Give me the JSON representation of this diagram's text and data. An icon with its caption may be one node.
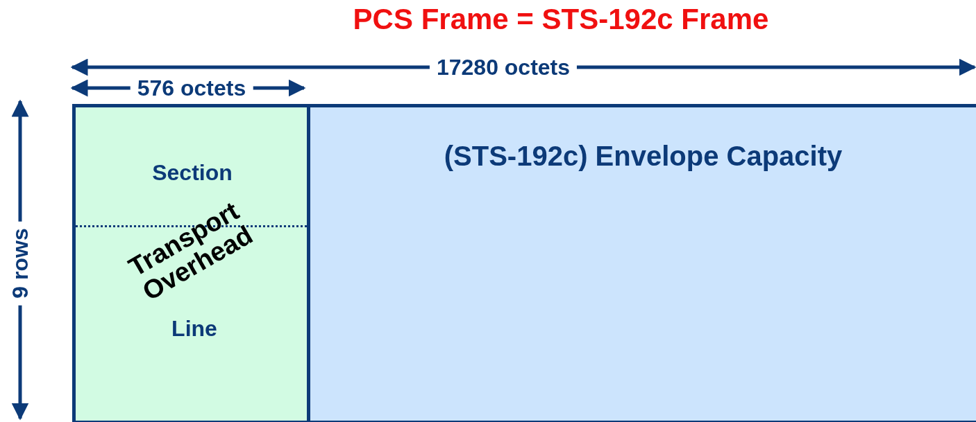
{
  "diagram": {
    "title": "PCS Frame = STS-192c Frame",
    "nodes": [
      {
        "text": [
          "Section",
          "Transport Overhead",
          "Line"
        ]
      },
      {
        "text": [
          "(STS-192c) Envelope Capacity"
        ]
      }
    ],
    "labels": [
      "17280 octets",
      "576 octets",
      "9 rows"
    ]
  }
}
